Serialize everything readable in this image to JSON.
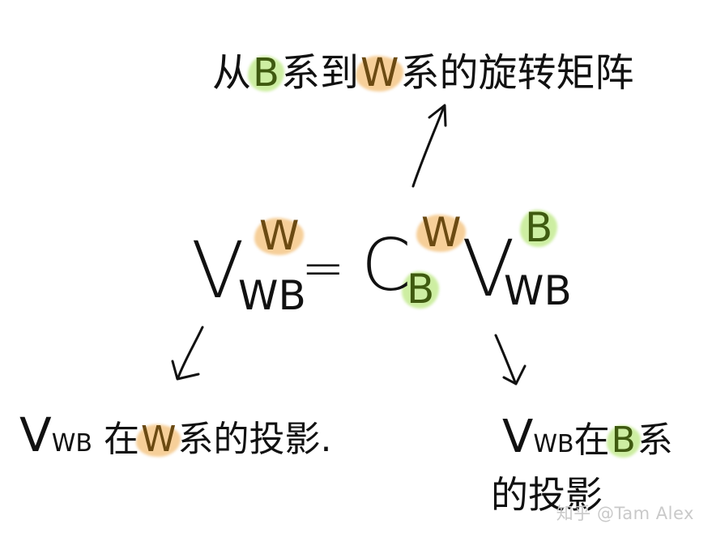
{
  "top_label": {
    "prefix": "从",
    "frame_b": "B",
    "mid": "系到",
    "frame_w": "W",
    "suffix": "系的旋转矩阵"
  },
  "equation": {
    "lhs": {
      "symbol": "V",
      "superscript": "W",
      "subscript": "WB"
    },
    "equals": "=",
    "rotation": {
      "symbol": "C",
      "superscript": "W",
      "subscript": "B"
    },
    "rhs": {
      "symbol": "V",
      "superscript": "B",
      "subscript": "WB"
    }
  },
  "left_label": {
    "symbol": "V",
    "subscript": "WB",
    "text1": "在",
    "frame": "W",
    "text2": "系的投影."
  },
  "right_label": {
    "symbol": "V",
    "subscript": "WB",
    "text1": "在",
    "frame": "B",
    "text2": "系",
    "line2": "的投影"
  },
  "watermark": "知乎 @Tam Alex",
  "colors": {
    "frame_w_highlight": "#f6cf99",
    "frame_b_highlight": "#cdeea2",
    "ink": "#111111"
  }
}
